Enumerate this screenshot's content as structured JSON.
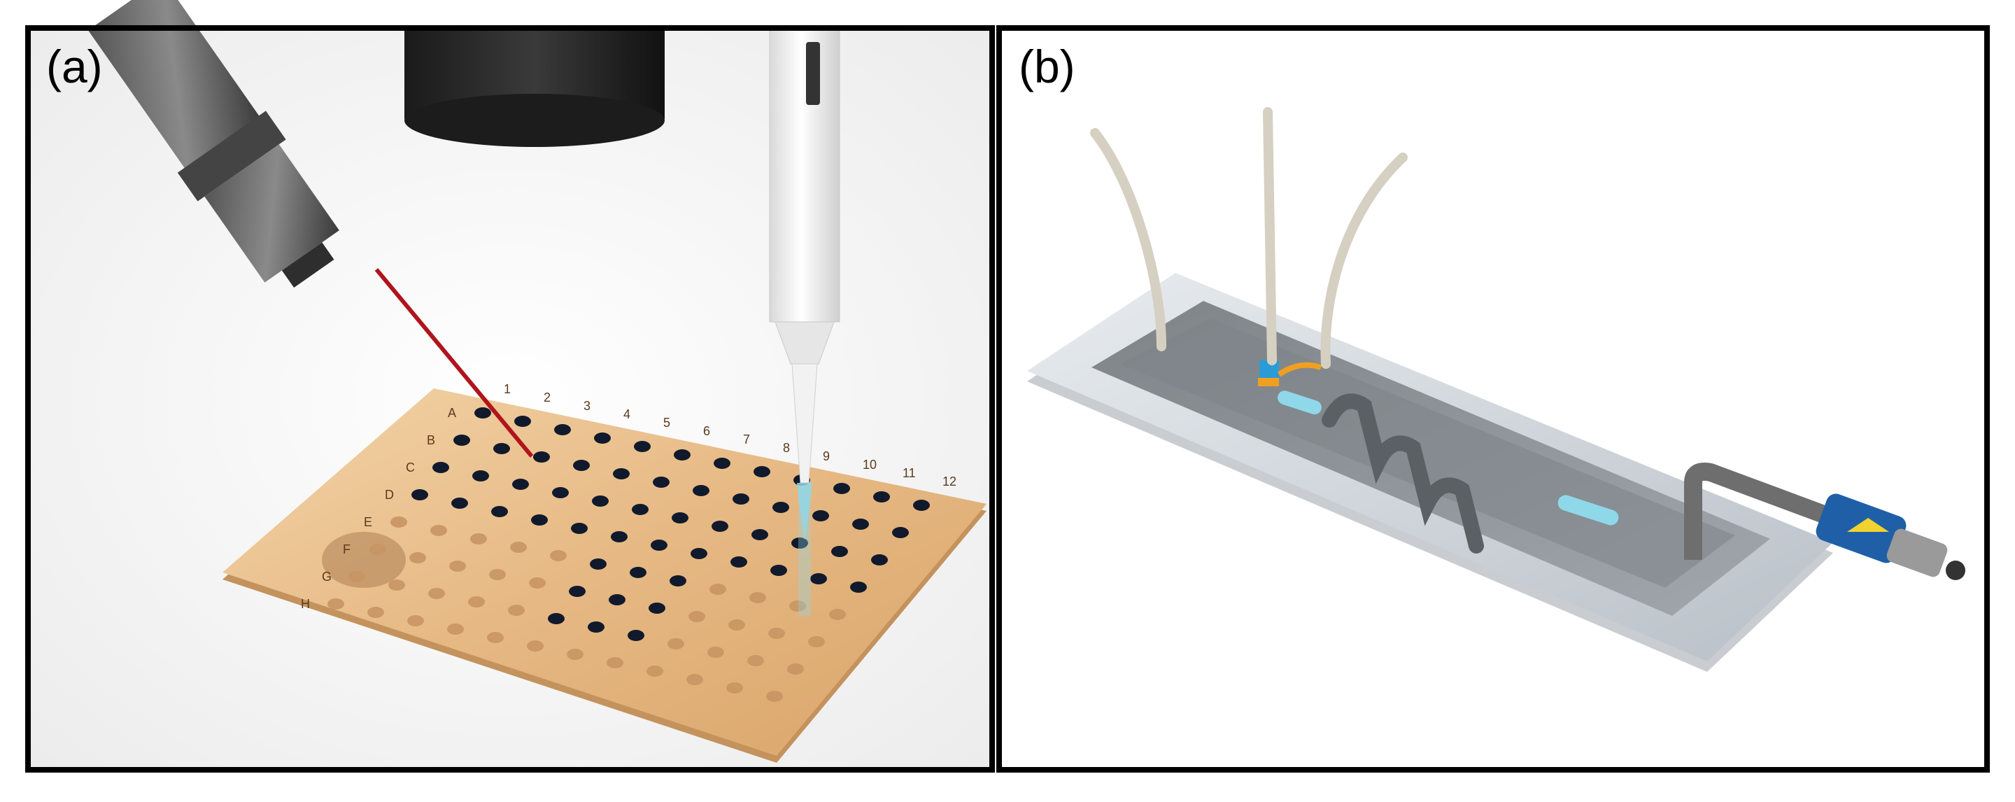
{
  "panels": [
    {
      "label": "(a)"
    },
    {
      "label": "(b)"
    }
  ],
  "plate": {
    "rows": [
      "A",
      "B",
      "C",
      "D",
      "E",
      "F",
      "G",
      "H"
    ],
    "columns": [
      "1",
      "2",
      "3",
      "4",
      "5",
      "6",
      "7",
      "8",
      "9",
      "10",
      "11",
      "12"
    ]
  },
  "colors": {
    "frame": "#000000",
    "plate": "#e6b883",
    "laser": "#b0141c",
    "liquid": "#8fd8ea",
    "tubing": "#d6d0c2",
    "connector": "#1f5fa8"
  }
}
